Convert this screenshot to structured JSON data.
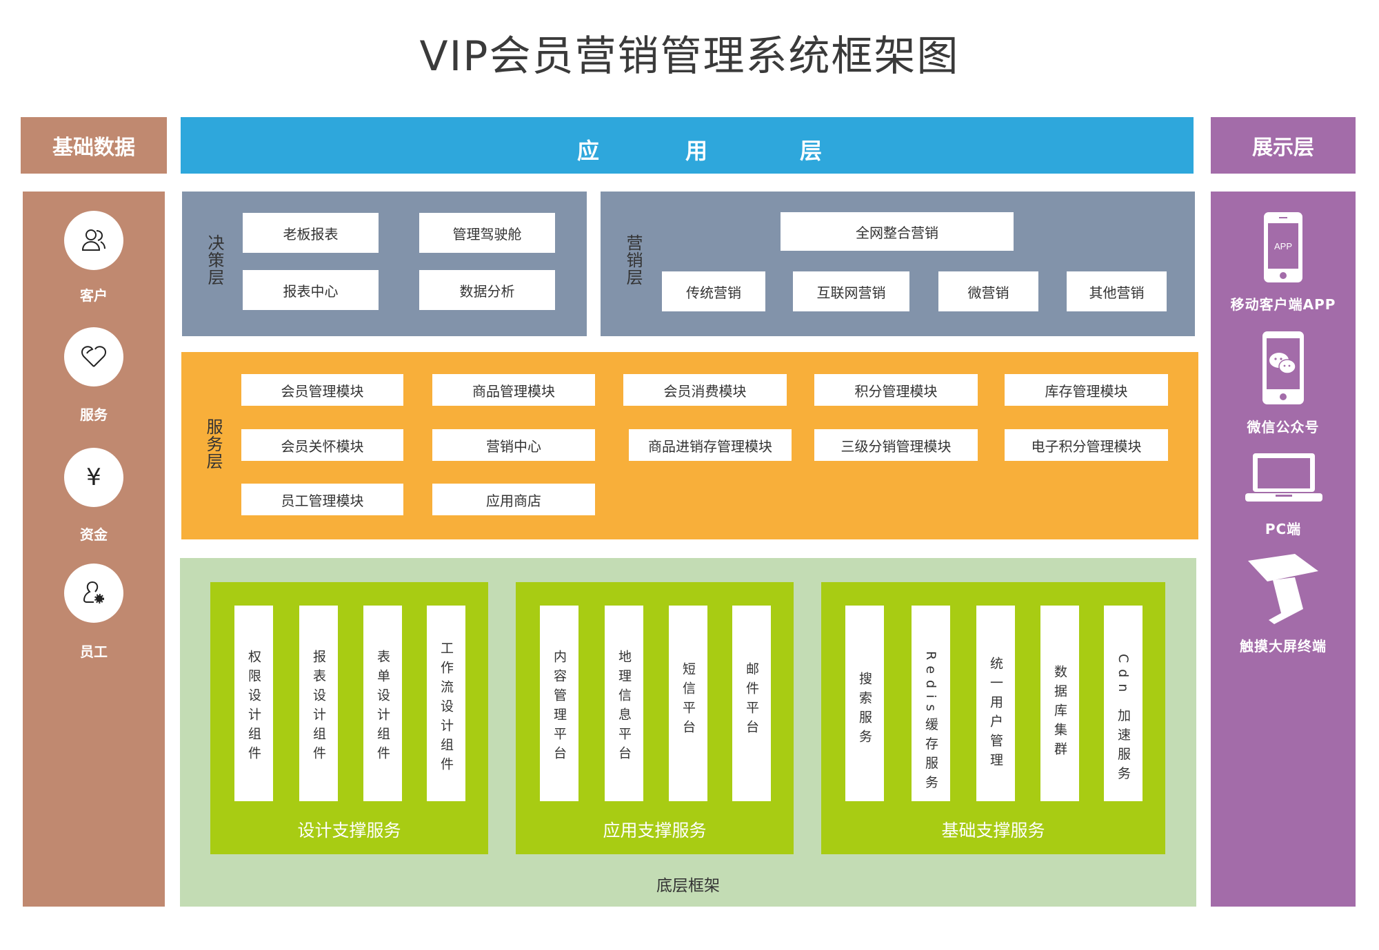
{
  "title": "VIP会员营销管理系统框架图",
  "headers": {
    "base_data": "基础数据",
    "app_layer": [
      "应",
      "用",
      "层"
    ],
    "display_layer": "展示层"
  },
  "base_data": {
    "items": [
      {
        "label": "客户",
        "icon": "users-icon"
      },
      {
        "label": "服务",
        "icon": "heart-icon"
      },
      {
        "label": "资金",
        "icon": "yen-icon"
      },
      {
        "label": "员工",
        "icon": "user-gear-icon"
      }
    ]
  },
  "display_layer": {
    "items": [
      {
        "label": "移动客户端APP",
        "icon": "mobile-app-icon",
        "icon_text": "APP"
      },
      {
        "label": "微信公众号",
        "icon": "wechat-phone-icon"
      },
      {
        "label": "PC端",
        "icon": "laptop-icon"
      },
      {
        "label": "触摸大屏终端",
        "icon": "touch-kiosk-icon"
      }
    ]
  },
  "decision_layer": {
    "label": "决策层",
    "items": [
      "老板报表",
      "管理驾驶舱",
      "报表中心",
      "数据分析"
    ]
  },
  "marketing_layer": {
    "label": "营销层",
    "top_item": "全网整合营销",
    "items": [
      "传统营销",
      "互联网营销",
      "微营销",
      "其他营销"
    ]
  },
  "service_layer": {
    "label": "服务层",
    "rows": [
      [
        "会员管理模块",
        "商品管理模块",
        "会员消费模块",
        "积分管理模块",
        "库存管理模块"
      ],
      [
        "会员关怀模块",
        "营销中心",
        "商品进销存管理模块",
        "三级分销管理模块",
        "电子积分管理模块"
      ],
      [
        "员工管理模块",
        "应用商店"
      ]
    ]
  },
  "base_framework": {
    "label": "底层框架",
    "groups": [
      {
        "label": "设计支撑服务",
        "items": [
          "权限设计组件",
          "报表设计组件",
          "表单设计组件",
          "工作流设计组件"
        ]
      },
      {
        "label": "应用支撑服务",
        "items": [
          "内容管理平台",
          "地理信息平台",
          "短信平台",
          "邮件平台"
        ]
      },
      {
        "label": "基础支撑服务",
        "items": [
          "搜索服务",
          "Redis缓存服务",
          "统一用户管理",
          "数据库集群",
          "Cdn 加速服务"
        ]
      }
    ]
  },
  "colors": {
    "base": "#c08970",
    "app": "#2ea7dc",
    "display": "#a36ca9",
    "grey_panel": "#8293aa",
    "orange_panel": "#f8af3a",
    "light_green": "#c3dcb4",
    "green": "#a8cc13"
  }
}
